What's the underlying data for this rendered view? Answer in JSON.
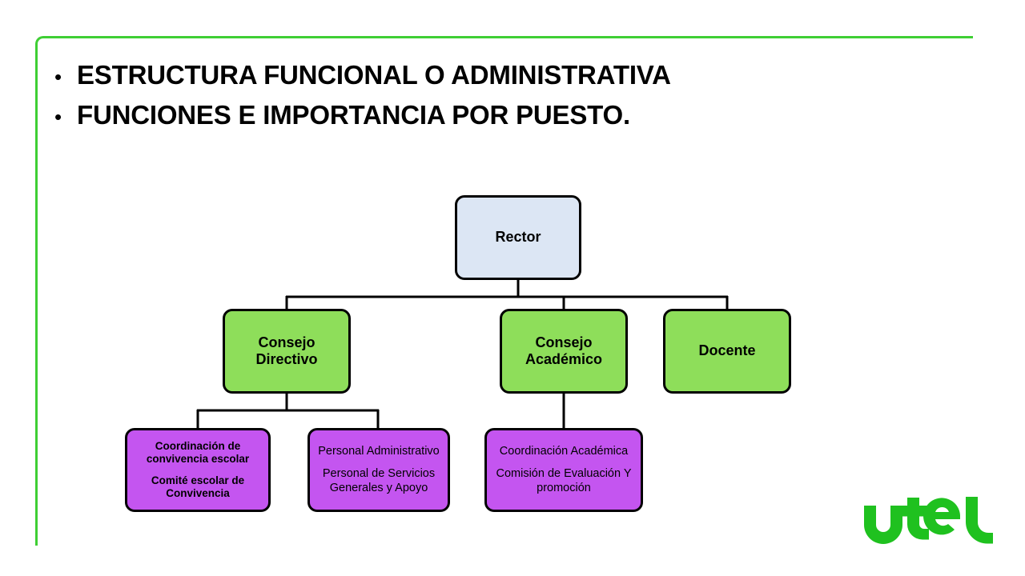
{
  "slide": {
    "accent_color": "#3fcf34",
    "background_color": "#ffffff",
    "bullets": [
      {
        "marker": "•",
        "text": "ESTRUCTURA FUNCIONAL O ADMINISTRATIVA"
      },
      {
        "marker": "•",
        "text": "FUNCIONES E IMPORTANCIA POR PUESTO."
      }
    ],
    "logo": {
      "name": "utel-logo",
      "text": "utel",
      "color": "#1fc11f"
    }
  },
  "chart_data": {
    "type": "diagram",
    "subtype": "organizational-chart",
    "title": "",
    "colors": {
      "root_fill": "#dce6f4",
      "level2_fill": "#8ede5a",
      "level3_fill": "#c455f0",
      "border": "#000000",
      "connector": "#000000"
    },
    "nodes": [
      {
        "id": "rector",
        "level": 1,
        "lines": [
          "Rector"
        ],
        "fill": "#dce6f4",
        "bold": true,
        "parent": null
      },
      {
        "id": "consejo-directivo",
        "level": 2,
        "lines": [
          "Consejo",
          "Directivo"
        ],
        "fill": "#8ede5a",
        "bold": true,
        "parent": "rector"
      },
      {
        "id": "consejo-academico",
        "level": 2,
        "lines": [
          "Consejo",
          "Académico"
        ],
        "fill": "#8ede5a",
        "bold": true,
        "parent": "rector"
      },
      {
        "id": "docente",
        "level": 2,
        "lines": [
          "Docente"
        ],
        "fill": "#8ede5a",
        "bold": true,
        "parent": "rector"
      },
      {
        "id": "coordinacion-convivencia",
        "level": 3,
        "paragraphs": [
          "Coordinación de convivencia escolar",
          "Comité escolar de Convivencia"
        ],
        "fill": "#c455f0",
        "bold": true,
        "parent": "consejo-directivo"
      },
      {
        "id": "personal-administrativo",
        "level": 3,
        "paragraphs": [
          "Personal Administrativo",
          "Personal de Servicios Generales y Apoyo"
        ],
        "fill": "#c455f0",
        "bold": false,
        "parent": "consejo-directivo"
      },
      {
        "id": "coordinacion-academica",
        "level": 3,
        "paragraphs": [
          "Coordinación Académica",
          "Comisión de Evaluación Y promoción"
        ],
        "fill": "#c455f0",
        "bold": false,
        "parent": "consejo-academico"
      }
    ],
    "edges": [
      {
        "from": "rector",
        "to": "consejo-directivo"
      },
      {
        "from": "rector",
        "to": "consejo-academico"
      },
      {
        "from": "rector",
        "to": "docente"
      },
      {
        "from": "consejo-directivo",
        "to": "coordinacion-convivencia"
      },
      {
        "from": "consejo-directivo",
        "to": "personal-administrativo"
      },
      {
        "from": "consejo-academico",
        "to": "coordinacion-academica"
      }
    ]
  }
}
